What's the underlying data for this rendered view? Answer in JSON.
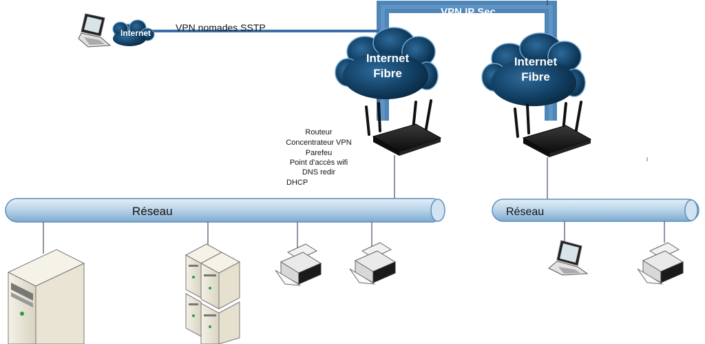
{
  "labels": {
    "vpn_ipsec": "VPN IP Sec",
    "vpn_nomades": "VPN nomades SSTP",
    "internet_small": "Internet",
    "internet_fibre_left_line1": "Internet",
    "internet_fibre_left_line2": "Fibre",
    "internet_fibre_right_line1": "Internet",
    "internet_fibre_right_line2": "Fibre",
    "router_roles": [
      "Routeur",
      "Concentrateur VPN",
      "Parefeu",
      "Point d’accès wifi",
      "DNS redir",
      "DHCP"
    ],
    "network_left": "Réseau",
    "network_right": "Réseau"
  },
  "colors": {
    "vpn_link": "#4f86b8",
    "link_dark": "#3a6ea5",
    "cloud_fill": "#0f3a5c",
    "cloud_edge": "#6fa6d0",
    "network_bar": "#b9d4ea",
    "network_bar_edge": "#5b8fbd",
    "device_dark": "#1c1c1c",
    "device_light": "#e8e8e8"
  },
  "icons": [
    "laptop-icon",
    "cloud-icon",
    "router-icon",
    "server-tower-icon",
    "server-cluster-icon",
    "printer-icon"
  ]
}
